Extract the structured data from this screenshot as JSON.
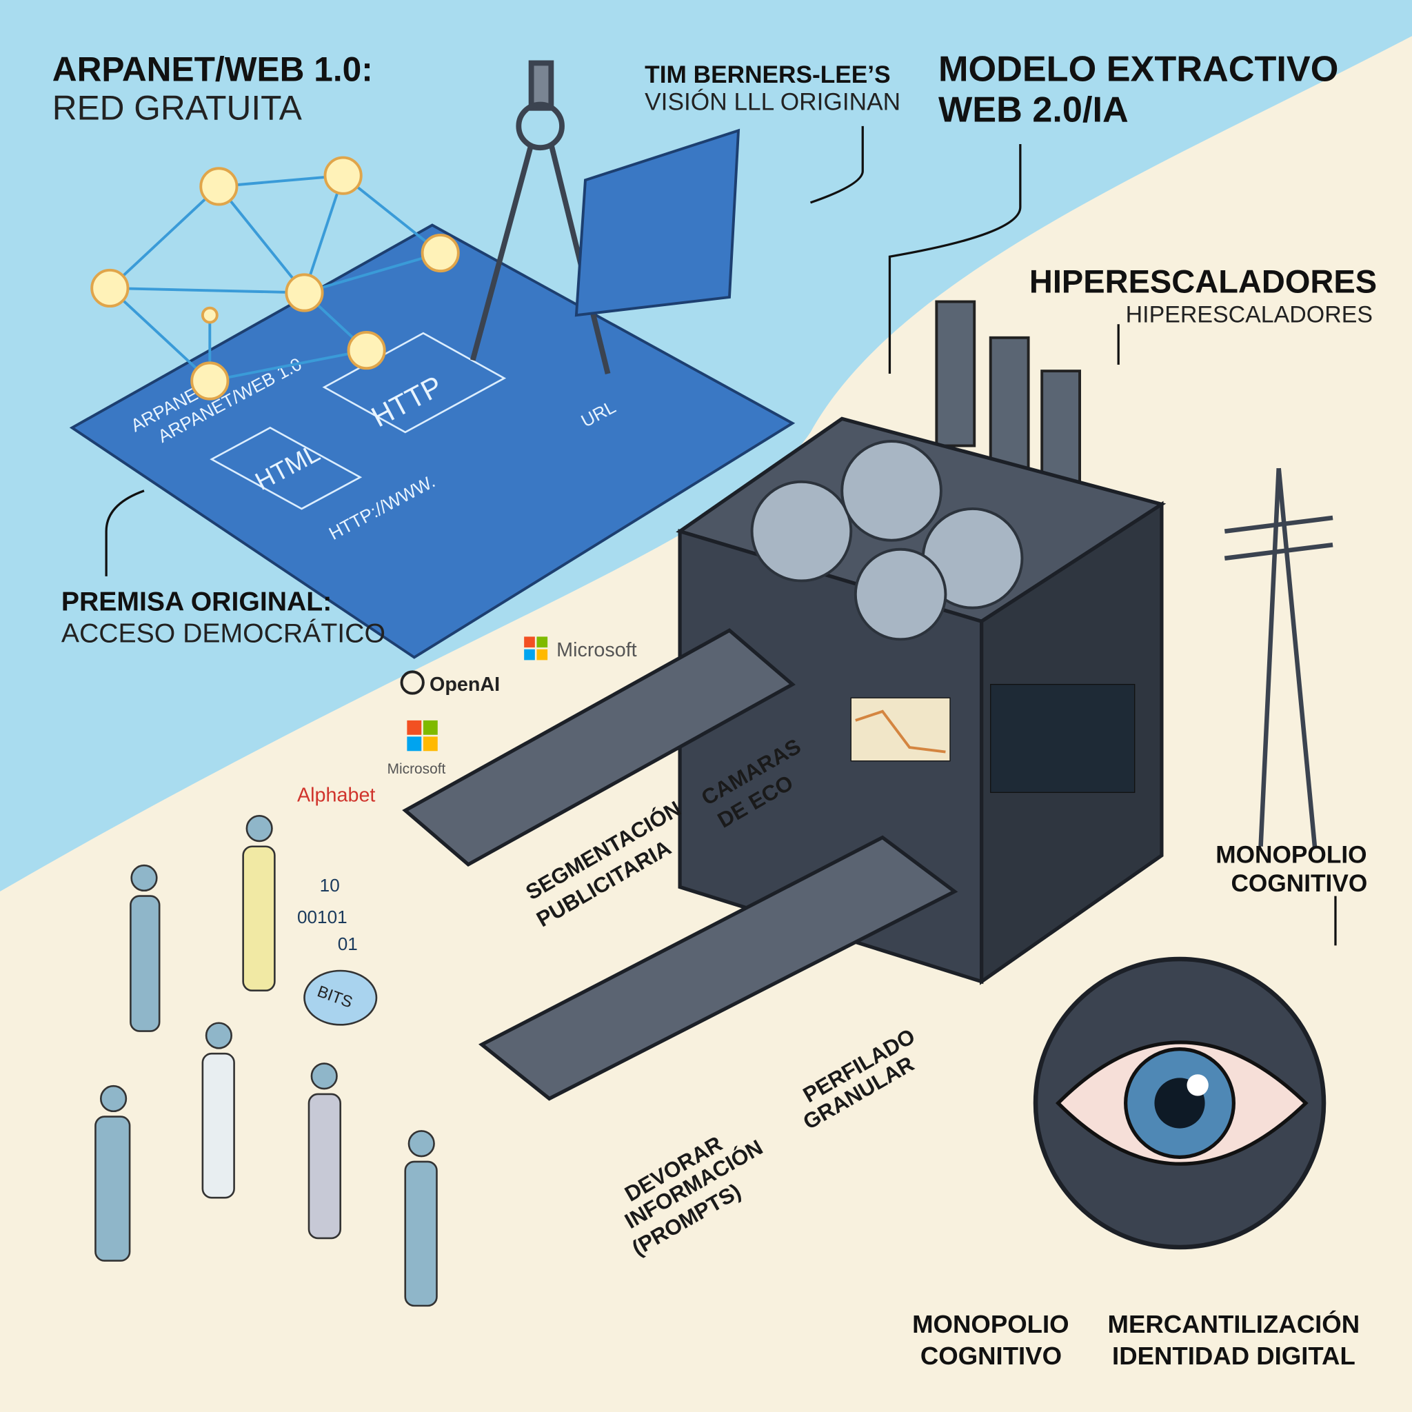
{
  "headings": {
    "arpanet_title": "ARPANET/WEB 1.0:",
    "arpanet_sub": "RED GRATUITA",
    "tbl_title": "TIM BERNERS-LEE’S",
    "tbl_sub": "VISIÓN LLL ORIGINAN",
    "extractive_title": "MODELO EXTRACTIVO",
    "extractive_sub": "WEB 2.0/IA",
    "hyper_title": "HIPERESCALADORES",
    "hyper_sub": "HIPERESCALADORES",
    "premise_title": "PREMISA ORIGINAL:",
    "premise_sub": "ACCESO DEMOCRÁTICO"
  },
  "blueprint": {
    "label1": "ARPANET",
    "label2": "ARPANET/WEB 1.0",
    "html": "HTML",
    "http": "HTTP",
    "url": "URL",
    "address": "HTTP://WWW."
  },
  "companies": [
    "Microsoft",
    "OpenAI",
    "Microsoft",
    "Alphabet"
  ],
  "conveyor_labels": {
    "segmentation": [
      "SEGMENTACIÓN",
      "PUBLICITARIA"
    ],
    "echo": [
      "CAMARAS",
      "DE ECO"
    ],
    "devour": [
      "DEVORAR",
      "INFORMACIÓN",
      "(PROMPTS)"
    ],
    "profiling": [
      "PERFILADO",
      "GRANULAR"
    ]
  },
  "bits": {
    "cloud": "BITS",
    "binary": [
      "10",
      "00101",
      "01"
    ]
  },
  "outcomes": {
    "monopoly_top": [
      "MONOPOLIO",
      "COGNITIVO"
    ],
    "monopoly_bottom": [
      "MONOPOLIO",
      "COGNITIVO"
    ],
    "commodification": [
      "MERCANTILIZACIÓN",
      "IDENTIDAD DIGITAL"
    ]
  },
  "colors": {
    "sky": "#a9dcef",
    "cream": "#f8f1de",
    "blueprint": "#3a78c4",
    "machine": "#3b4350",
    "node": "#fff2b8"
  }
}
